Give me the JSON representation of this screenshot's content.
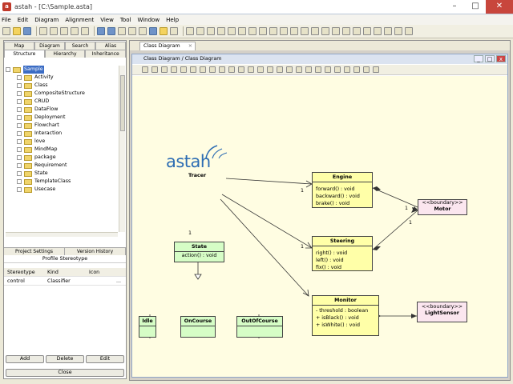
{
  "window": {
    "title": "astah - [C:\\Sample.asta]",
    "buttons": [
      "–",
      "□",
      "✕"
    ]
  },
  "menu": [
    "File",
    "Edit",
    "Diagram",
    "Alignment",
    "View",
    "Tool",
    "Window",
    "Help"
  ],
  "left_panel": {
    "top_tabs": [
      "Map",
      "Diagram",
      "Search",
      "Alias"
    ],
    "sub_tabs": [
      "Structure",
      "Hierarchy",
      "Inheritance"
    ],
    "tree_root": "Sample",
    "tree_items": [
      "Activity",
      "Class",
      "CompositeStructure",
      "CRUD",
      "DataFlow",
      "Deployment",
      "Flowchart",
      "Interaction",
      "love",
      "MindMap",
      "package",
      "Requirement",
      "State",
      "TemplateClass",
      "Usecase"
    ],
    "lower_tabs": [
      "Project Settings",
      "Version History"
    ],
    "profile_title": "Profile Stereotype",
    "table_headers": [
      "Stereotype",
      "Kind",
      "Icon"
    ],
    "table_rows": [
      [
        "control",
        "Classifier",
        "..."
      ]
    ],
    "buttons": [
      "Add",
      "Delete",
      "Edit"
    ],
    "close_label": "Close"
  },
  "editor": {
    "tab_label": "Class Diagram",
    "tab_close": "×",
    "inner_title": "Class Diagram / Class Diagram",
    "inner_buttons": [
      "_",
      "□",
      "x"
    ]
  },
  "diagram": {
    "logo_text": "astah",
    "logo_sub": "Tracer",
    "classes": {
      "engine": {
        "name": "Engine",
        "ops": [
          "forward() : void",
          "backward() : void",
          "brake() : void"
        ]
      },
      "motor": {
        "stereotype": "<<boundary>>",
        "name": "Motor"
      },
      "steering": {
        "name": "Steering",
        "ops": [
          "right() : void",
          "left() : void",
          "fix() : void"
        ]
      },
      "state": {
        "name": "State",
        "ops": [
          "action() : void"
        ]
      },
      "monitor": {
        "name": "Monitor",
        "ops": [
          "- threshold : boolean",
          "+ isBlack() : void",
          "+ isWhite() : void"
        ]
      },
      "light_sensor": {
        "stereotype": "<<boundary>>",
        "name": "LightSensor"
      },
      "idle": {
        "name": "Idle"
      },
      "on_course": {
        "name": "OnCourse"
      },
      "out_of_course": {
        "name": "OutOfCourse"
      }
    },
    "multiplicities": [
      "1",
      "1",
      "1",
      "1",
      "1"
    ]
  },
  "colors": {
    "class_fill": "#ffffa8",
    "state_fill": "#d6fdc6",
    "boundary_fill": "#fbe6ef",
    "canvas": "#fffde2",
    "logo": "#2d6db3"
  }
}
